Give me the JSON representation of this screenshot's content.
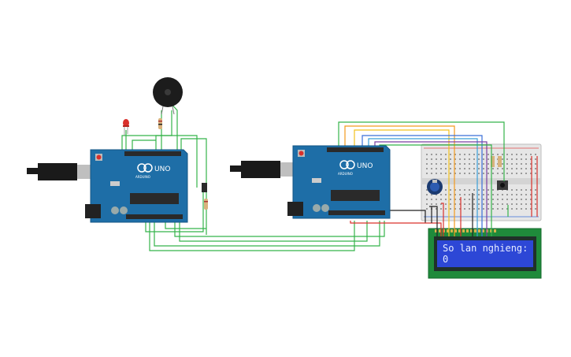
{
  "boards": [
    {
      "id": "arduino-left",
      "model": "UNO",
      "brand": "ARDUINO"
    },
    {
      "id": "arduino-right",
      "model": "UNO",
      "brand": "ARDUINO"
    }
  ],
  "lcd": {
    "line1": "So lan nghieng:",
    "line2": "0"
  },
  "colors": {
    "board": "#1e6ea7",
    "wire_green": "#35b34a",
    "wire_red": "#d9302b",
    "wire_orange": "#f29a1d",
    "wire_purple": "#7b3fa0",
    "wire_blue": "#3a6fd8",
    "wire_black": "#222222",
    "lcd_pcb": "#1f8a3b",
    "lcd_screen": "#2d47d6",
    "breadboard": "#eaeaea"
  }
}
